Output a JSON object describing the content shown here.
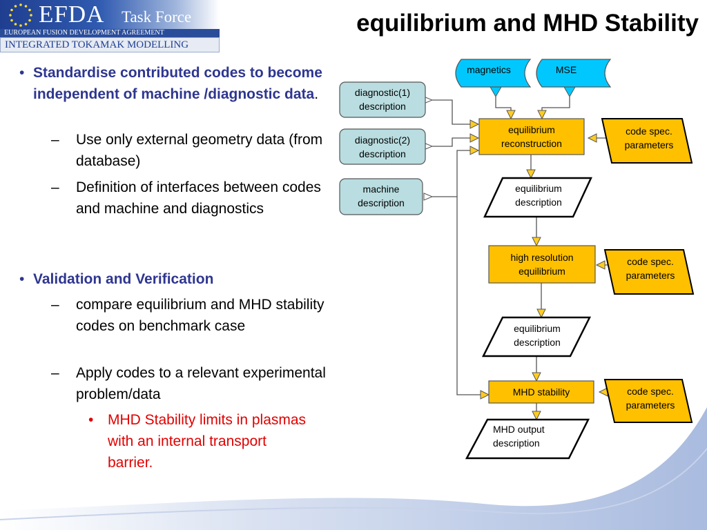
{
  "logo": {
    "brand": "EFDA",
    "tagline": "Task Force",
    "subtitle_1": "EUROPEAN FUSION DEVELOPMENT AGREEMENT",
    "subtitle_2": "INTEGRATED TOKAMAK MODELLING"
  },
  "slide": {
    "title": "equilibrium and MHD Stability"
  },
  "bullets": [
    {
      "level": 1,
      "text": "Standardise contributed codes to become independent of machine /diagnostic data",
      "suffix": "."
    },
    {
      "level": 2,
      "text": "Use only external geometry data (from database)"
    },
    {
      "level": 2,
      "text": "Definition of interfaces between codes and machine and diagnostics"
    },
    {
      "level": 1,
      "text": "Validation and Verification"
    },
    {
      "level": 2,
      "text": "compare equilibrium and MHD stability codes on benchmark case"
    },
    {
      "level": 2,
      "text": "Apply codes to a relevant experimental problem/data"
    },
    {
      "level": 3,
      "text": "MHD Stability limits in plasmas with an internal transport barrier."
    }
  ],
  "diagram": {
    "inputs": {
      "magnetics": "magnetics",
      "mse": "MSE"
    },
    "descriptions": {
      "diag1_line1": "diagnostic(1)",
      "diag1_line2": "description",
      "diag2_line1": "diagnostic(2)",
      "diag2_line2": "description",
      "machine_line1": "machine",
      "machine_line2": "description"
    },
    "processes": {
      "eq_recon_line1": "equilibrium",
      "eq_recon_line2": "reconstruction",
      "high_res_line1": "high resolution",
      "high_res_line2": "equilibrium",
      "mhd_stability": "MHD stability"
    },
    "outputs": {
      "eq_desc1_line1": "equilibrium",
      "eq_desc1_line2": "description",
      "eq_desc2_line1": "equilibrium",
      "eq_desc2_line2": "description",
      "mhd_out_line1": "MHD output",
      "mhd_out_line2": "description"
    },
    "code_spec": {
      "line1": "code spec.",
      "line2": "parameters"
    },
    "colors": {
      "cyan_input": "#00c8ff",
      "description_box": "#b9dde0",
      "process_box": "#ffc000",
      "parallelogram": "#ffffff",
      "connector": "#555555"
    }
  }
}
